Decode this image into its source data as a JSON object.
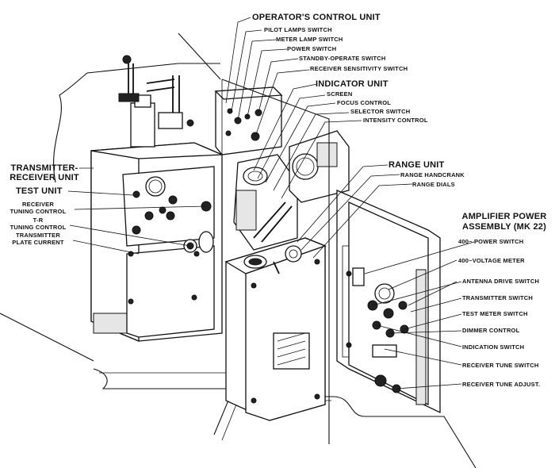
{
  "labels": {
    "operators_control_unit": "OPERATOR'S CONTROL UNIT",
    "pilot_lamps_switch": "PILOT LAMPS SWITCH",
    "meter_lamp_switch": "METER LAMP SWITCH",
    "power_switch": "POWER SWITCH",
    "standby_operate_switch": "STANDBY-OPERATE SWITCH",
    "receiver_sensitivity_switch": "RECEIVER SENSITIVITY SWITCH",
    "indicator_unit": "INDICATOR UNIT",
    "screen": "SCREEN",
    "focus_control": "FOCUS CONTROL",
    "selector_switch": "SELECTOR SWITCH",
    "intensity_control": "INTENSITY CONTROL",
    "transmitter_receiver_unit_1": "TRANSMITTER-",
    "transmitter_receiver_unit_2": "RECEIVER UNIT",
    "test_unit": "TEST UNIT",
    "receiver_tuning_control_1": "RECEIVER",
    "receiver_tuning_control_2": "TUNING CONTROL",
    "tr_tuning_control_1": "T-R",
    "tr_tuning_control_2": "TUNING CONTROL",
    "transmitter_plate_current_1": "TRANSMITTER",
    "transmitter_plate_current_2": "PLATE CURRENT",
    "range_unit": "RANGE UNIT",
    "range_handcrank": "RANGE HANDCRANK",
    "range_dials": "RANGE DIALS",
    "amplifier_power_assembly_1": "AMPLIFIER POWER",
    "amplifier_power_assembly_2": "ASSEMBLY (MK 22)",
    "power_switch_400": "400~ POWER SWITCH",
    "voltage_meter_400": "400~VOLTAGE METER",
    "antenna_drive_switch": "ANTENNA DRIVE SWITCH",
    "transmitter_switch": "TRANSMITTER SWITCH",
    "test_meter_switch": "TEST METER SWITCH",
    "dimmer_control": "DIMMER CONTROL",
    "indication_switch": "INDICATION SWITCH",
    "receiver_tune_switch": "RECEIVER TUNE SWITCH",
    "receiver_tune_adjust": "RECEIVER TUNE ADJUST."
  }
}
